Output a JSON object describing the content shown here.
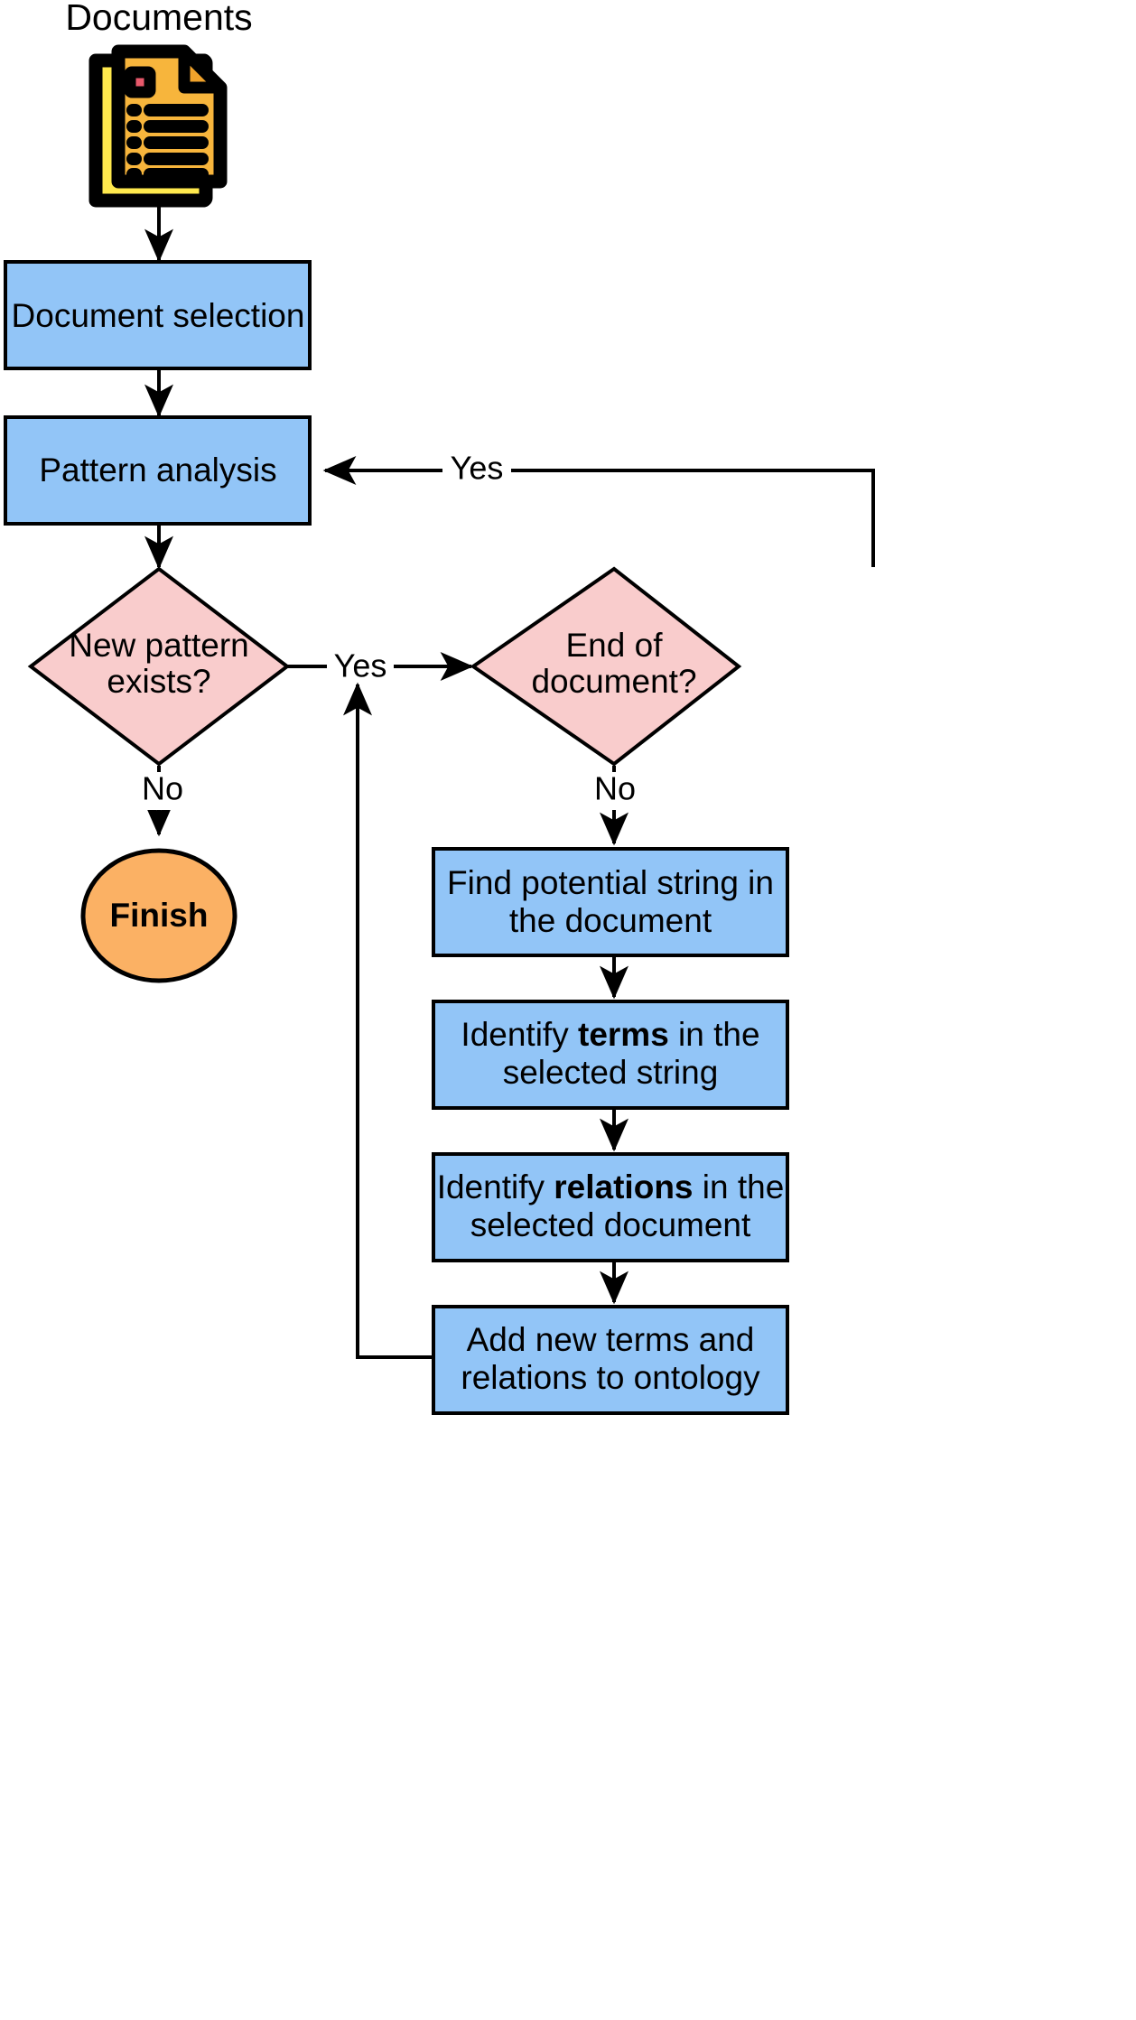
{
  "diagram": {
    "title_caption": "Documents",
    "icon_name": "documents-stack-icon",
    "colors": {
      "process_fill": "#92c5f7",
      "decision_fill": "#f9cccc",
      "terminator_fill": "#fbb164",
      "document_front": "#f7b53c",
      "document_back": "#ffe94d",
      "document_mark": "#e8596b",
      "stroke": "#000000",
      "background": "#ffffff"
    },
    "nodes": [
      {
        "id": "document-selection",
        "type": "process",
        "label": "Document selection",
        "lines": [
          "Document selection"
        ]
      },
      {
        "id": "pattern-analysis",
        "type": "process",
        "label": "Pattern analysis",
        "lines": [
          "Pattern analysis"
        ]
      },
      {
        "id": "new-pattern-exists",
        "type": "decision",
        "label": "New pattern exists?",
        "lines": [
          "New pattern",
          "exists?"
        ]
      },
      {
        "id": "end-of-document",
        "type": "decision",
        "label": "End of document?",
        "lines": [
          "End of",
          "document?"
        ]
      },
      {
        "id": "finish",
        "type": "terminator",
        "label": "Finish",
        "lines": [
          "Finish"
        ]
      },
      {
        "id": "find-potential-string",
        "type": "process",
        "label": "Find potential string in the document",
        "lines": [
          "Find potential string in",
          "the document"
        ]
      },
      {
        "id": "identify-terms",
        "type": "process",
        "label": "Identify terms in the selected string",
        "line1_pre": "Identify ",
        "line1_bold": "terms",
        "line1_post": " in the",
        "line2": "selected string"
      },
      {
        "id": "identify-relations",
        "type": "process",
        "label": "Identify relations in the selected document",
        "line1_pre": "Identify ",
        "line1_bold": "relations",
        "line1_post": " in the",
        "line2": "selected document"
      },
      {
        "id": "add-terms-relations",
        "type": "process",
        "label": "Add new terms and relations to ontology",
        "lines": [
          "Add new terms and",
          "relations to ontology"
        ]
      }
    ],
    "edges": [
      {
        "id": "documents-to-selection",
        "from": "documents-icon",
        "to": "document-selection",
        "label": ""
      },
      {
        "id": "selection-to-pattern",
        "from": "document-selection",
        "to": "pattern-analysis",
        "label": ""
      },
      {
        "id": "pattern-to-newpattern",
        "from": "pattern-analysis",
        "to": "new-pattern-exists",
        "label": ""
      },
      {
        "id": "newpattern-yes-to-endofdoc",
        "from": "new-pattern-exists",
        "to": "end-of-document",
        "label": "Yes"
      },
      {
        "id": "newpattern-no-to-finish",
        "from": "new-pattern-exists",
        "to": "finish",
        "label": "No"
      },
      {
        "id": "endofdoc-yes-to-pattern",
        "from": "end-of-document",
        "to": "pattern-analysis",
        "label": "Yes"
      },
      {
        "id": "endofdoc-no-to-findstring",
        "from": "end-of-document",
        "to": "find-potential-string",
        "label": "No"
      },
      {
        "id": "findstring-to-terms",
        "from": "find-potential-string",
        "to": "identify-terms",
        "label": ""
      },
      {
        "id": "terms-to-relations",
        "from": "identify-terms",
        "to": "identify-relations",
        "label": ""
      },
      {
        "id": "relations-to-addterms",
        "from": "identify-relations",
        "to": "add-terms-relations",
        "label": ""
      },
      {
        "id": "addterms-loop-to-endofdoc",
        "from": "add-terms-relations",
        "to": "end-of-document",
        "label": ""
      }
    ],
    "edge_labels": {
      "yes_top": "Yes",
      "yes_middle": "Yes",
      "no_left": "No",
      "no_right": "No"
    }
  }
}
